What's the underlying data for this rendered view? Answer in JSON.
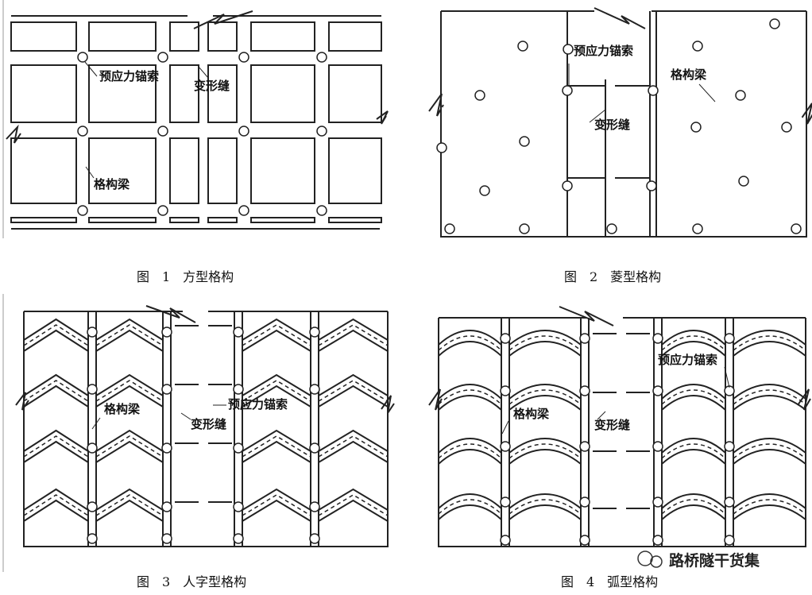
{
  "labels": {
    "anchor": "预应力锚索",
    "joint": "变形缝",
    "beam": "格构梁"
  },
  "captions": {
    "fig1": "图　1　方型格构",
    "fig2": "图　2　菱型格构",
    "fig3": "图　3　人字型格构",
    "fig4": "图　4　弧型格构"
  },
  "watermark": "路桥隧干货集",
  "colors": {
    "line": "#222222",
    "text": "#111111"
  }
}
